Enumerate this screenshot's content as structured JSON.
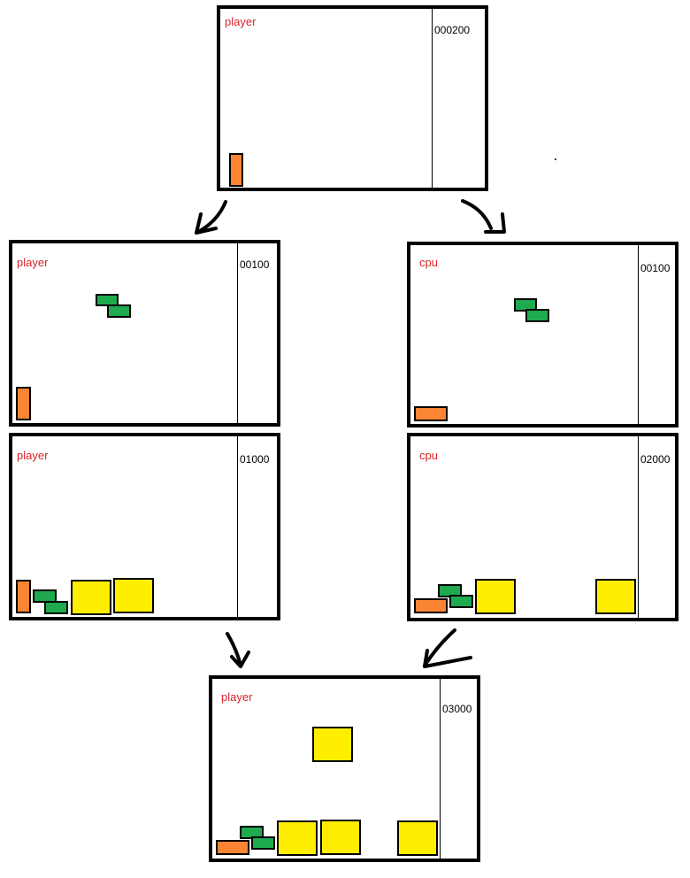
{
  "panels": {
    "top": {
      "label": "player",
      "score": "000200"
    },
    "mid_left": {
      "label": "player",
      "score": "00100"
    },
    "mid_right": {
      "label": "cpu",
      "score": "00100"
    },
    "low_left": {
      "label": "player",
      "score": "01000"
    },
    "low_right": {
      "label": "cpu",
      "score": "02000"
    },
    "bottom": {
      "label": "player",
      "score": "03000"
    }
  },
  "colors": {
    "label": "#d8232a",
    "orange_block": "#fb8533",
    "green_block": "#1faa4f",
    "yellow_block": "#ffee00",
    "border": "#000000"
  }
}
